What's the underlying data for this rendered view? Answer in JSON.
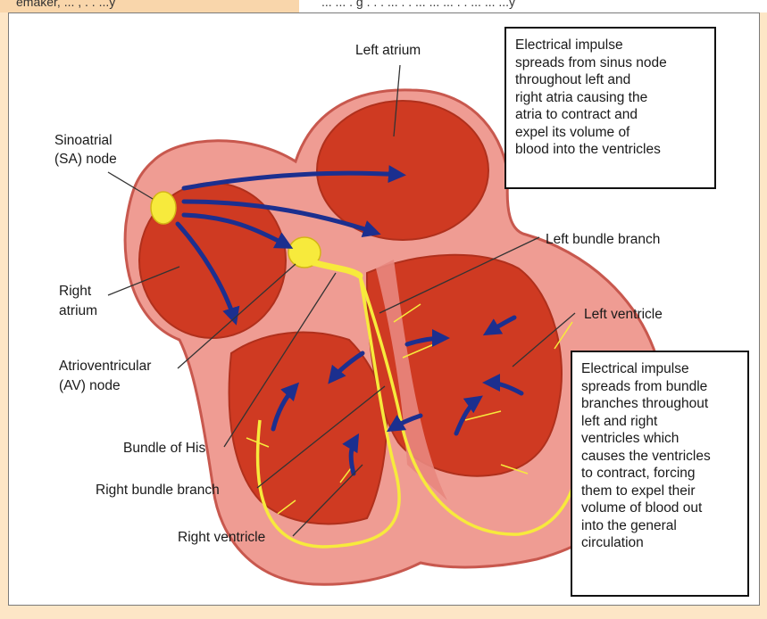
{
  "header_strip": {
    "left_fragment": "emaker, ... , . . ...y",
    "right_fragment": "... ... . g . . . ... . . ... ... ... . . ... ... ...y"
  },
  "labels": {
    "left_atrium": "Left atrium",
    "sa_node_line1": "Sinoatrial",
    "sa_node_line2": "(SA) node",
    "right_atrium_line1": "Right",
    "right_atrium_line2": "atrium",
    "av_node_line1": "Atrioventricular",
    "av_node_line2": "(AV) node",
    "bundle_of_his": "Bundle of His",
    "right_bundle_branch": "Right bundle branch",
    "right_ventricle": "Right ventricle",
    "left_bundle_branch": "Left bundle branch",
    "left_ventricle": "Left ventricle"
  },
  "callouts": {
    "atria": "Electrical impulse\nspreads from sinus node\nthroughout left and\nright atria causing the\natria to contract and\nexpel its volume of\nblood into the ventricles",
    "ventricles": "Electrical impulse\nspreads from bundle\nbranches throughout\nleft and right\nventricles which\ncauses the ventricles\nto contract, forcing\nthem to expel their\nvolume of blood out\ninto the general\ncirculation"
  },
  "colors": {
    "panel_background": "#fde6c6",
    "heart_wall": "#ef9c93",
    "heart_wall_outline": "#c8584e",
    "chamber": "#cf3a22",
    "conduction": "#f7ea3c",
    "arrow": "#1c2f8f"
  }
}
